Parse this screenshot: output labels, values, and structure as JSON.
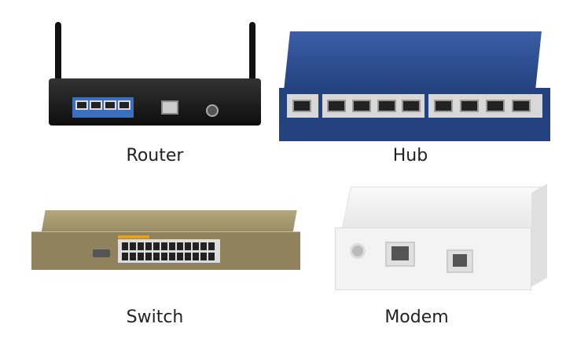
{
  "devices": [
    {
      "label": "Router"
    },
    {
      "label": "Hub"
    },
    {
      "label": "Switch"
    },
    {
      "label": "Modem"
    }
  ],
  "colors": {
    "router_body": "#1a1a1a",
    "router_ports": "#3a6fc0",
    "hub_body": "#2c4a8c",
    "switch_body": "#9a8c64",
    "modem_body": "#f2f2f2"
  }
}
